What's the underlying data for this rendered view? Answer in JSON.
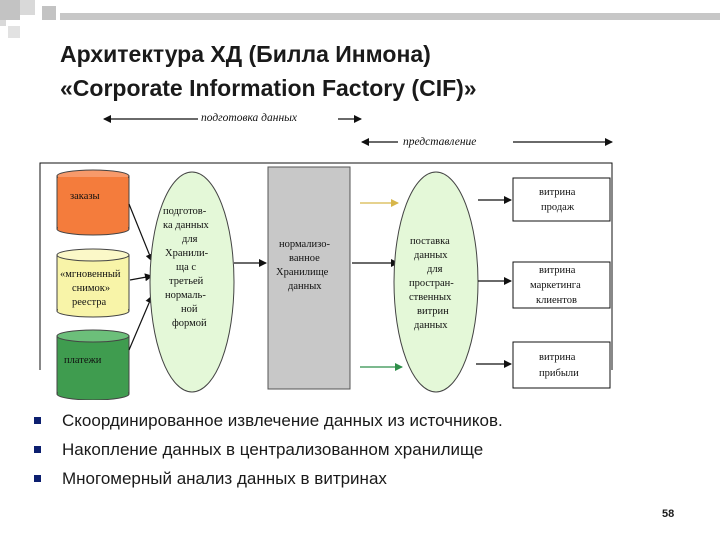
{
  "colors": {
    "accent_square": "#c3c3c3",
    "bar": "#c7c7c7",
    "bullet": "#0c1f6f",
    "cylinder_orange": "#f47c3c",
    "cylinder_yellow": "#f8f4a8",
    "cylinder_green": "#3f9c4f",
    "oval_fill": "#e4f8d8",
    "warehouse_fill": "#c8c8c8"
  },
  "slide": {
    "title_line1": "Архитектура ХД (Билла Инмона)",
    "title_line2": "«Corporate Information Factory (CIF)»",
    "page_number": "58"
  },
  "diagram": {
    "phase_left": "подготовка данных",
    "phase_right": "представление",
    "sources": [
      {
        "lines": [
          "заказы"
        ],
        "color": "#f47c3c"
      },
      {
        "lines": [
          "«мгновенный",
          "снимок»",
          "реестра"
        ],
        "color": "#f8f4a8"
      },
      {
        "lines": [
          "платежи"
        ],
        "color": "#3f9c4f"
      }
    ],
    "prepare_oval": [
      "подготов-",
      "ка данных",
      "для",
      "Хранили-",
      "ща с",
      "третьей",
      "нормаль-",
      "ной",
      "формой"
    ],
    "warehouse": [
      "нормализо-",
      "ванное",
      "Хранилище",
      "данных"
    ],
    "deliver_oval": [
      "поставка",
      "данных",
      "для",
      "простран-",
      "ственных",
      "витрин",
      "данных"
    ],
    "marts": [
      [
        "витрина",
        "продаж"
      ],
      [
        "витрина",
        "маркетинга",
        "клиентов"
      ],
      [
        "витрина",
        "прибыли"
      ]
    ]
  },
  "bullets": [
    "Скоординированное извлечение данных из источников.",
    "Накопление данных в централизованном хранилище",
    "Многомерный анализ данных в витринах"
  ]
}
